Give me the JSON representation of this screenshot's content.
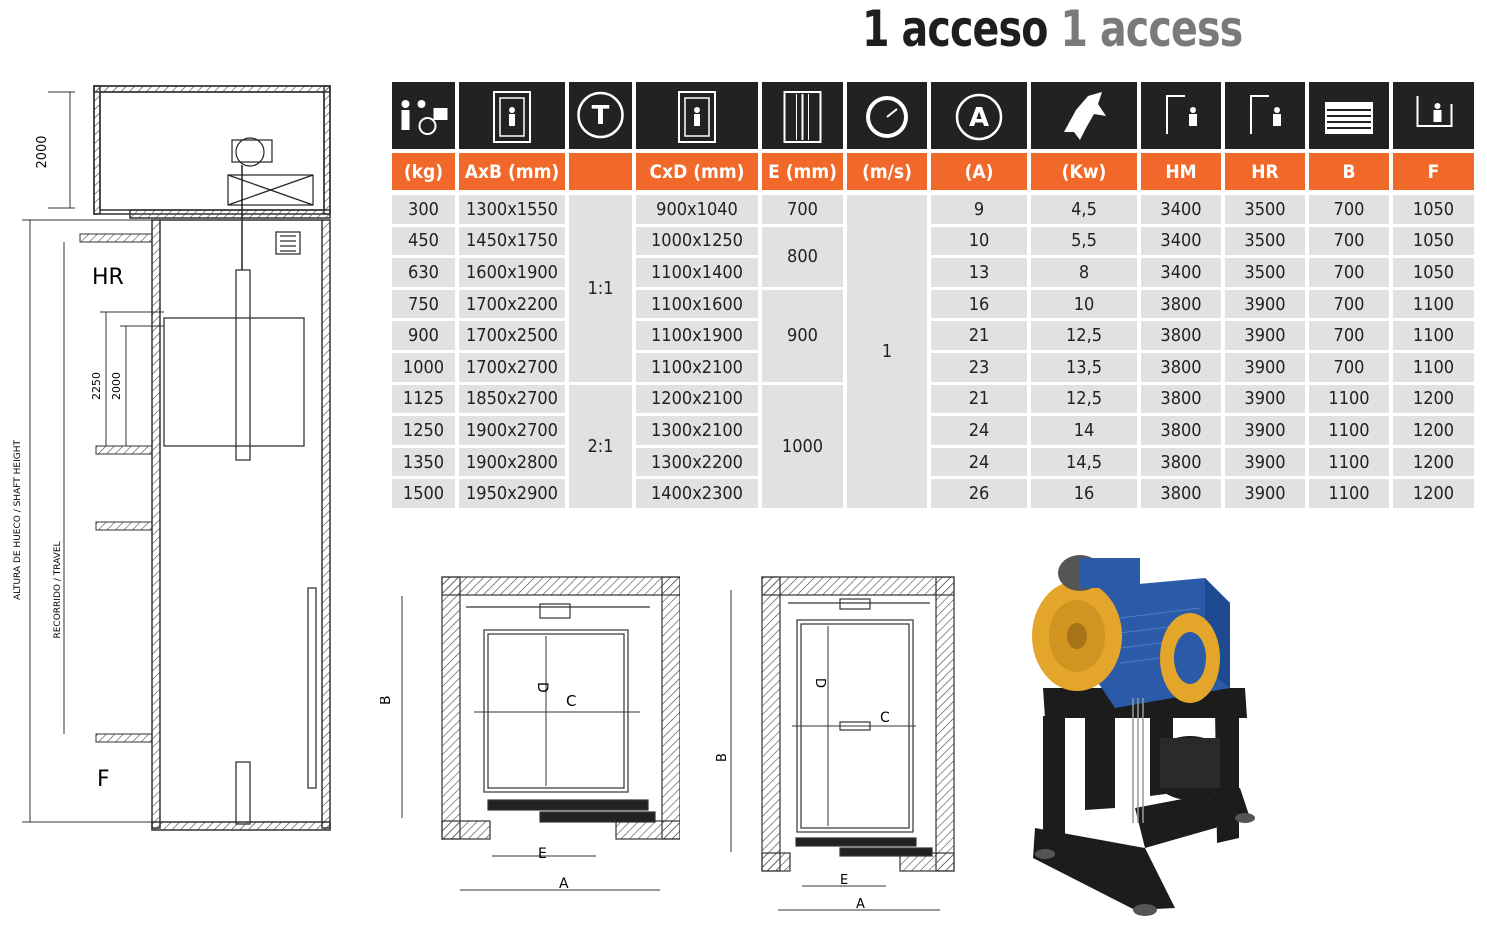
{
  "title": {
    "part1": "1 acceso",
    "part2": "1 access"
  },
  "table": {
    "units": [
      "(kg)",
      "AxB (mm)",
      "",
      "CxD (mm)",
      "E (mm)",
      "(m/s)",
      "(A)",
      "(Kw)",
      "HM",
      "HR",
      "B",
      "F"
    ],
    "header_icons": [
      "persons-wheelchair-icon",
      "cabin-ab-icon",
      "traction-t-icon",
      "cabin-cd-icon",
      "door-e-icon",
      "speedometer-icon",
      "ampere-a-icon",
      "horse-power-icon",
      "hm-height-icon",
      "hr-height-icon",
      "b-pit-icon",
      "f-height-icon"
    ],
    "t_header_label": "T",
    "a_header_label": "A",
    "rows": [
      {
        "kg": "300",
        "ab": "1300x1550",
        "cd": "900x1040",
        "a": "9",
        "kw": "4,5",
        "hm": "3400",
        "hr": "3500",
        "b": "700",
        "f": "1050"
      },
      {
        "kg": "450",
        "ab": "1450x1750",
        "cd": "1000x1250",
        "a": "10",
        "kw": "5,5",
        "hm": "3400",
        "hr": "3500",
        "b": "700",
        "f": "1050"
      },
      {
        "kg": "630",
        "ab": "1600x1900",
        "cd": "1100x1400",
        "a": "13",
        "kw": "8",
        "hm": "3400",
        "hr": "3500",
        "b": "700",
        "f": "1050"
      },
      {
        "kg": "750",
        "ab": "1700x2200",
        "cd": "1100x1600",
        "a": "16",
        "kw": "10",
        "hm": "3800",
        "hr": "3900",
        "b": "700",
        "f": "1100"
      },
      {
        "kg": "900",
        "ab": "1700x2500",
        "cd": "1100x1900",
        "a": "21",
        "kw": "12,5",
        "hm": "3800",
        "hr": "3900",
        "b": "700",
        "f": "1100"
      },
      {
        "kg": "1000",
        "ab": "1700x2700",
        "cd": "1100x2100",
        "a": "23",
        "kw": "13,5",
        "hm": "3800",
        "hr": "3900",
        "b": "700",
        "f": "1100"
      },
      {
        "kg": "1125",
        "ab": "1850x2700",
        "cd": "1200x2100",
        "a": "21",
        "kw": "12,5",
        "hm": "3800",
        "hr": "3900",
        "b": "1100",
        "f": "1200"
      },
      {
        "kg": "1250",
        "ab": "1900x2700",
        "cd": "1300x2100",
        "a": "24",
        "kw": "14",
        "hm": "3800",
        "hr": "3900",
        "b": "1100",
        "f": "1200"
      },
      {
        "kg": "1350",
        "ab": "1900x2800",
        "cd": "1300x2200",
        "a": "24",
        "kw": "14,5",
        "hm": "3800",
        "hr": "3900",
        "b": "1100",
        "f": "1200"
      },
      {
        "kg": "1500",
        "ab": "1950x2900",
        "cd": "1400x2300",
        "a": "26",
        "kw": "16",
        "hm": "3800",
        "hr": "3900",
        "b": "1100",
        "f": "1200"
      }
    ],
    "traction_groups": [
      {
        "label": "1:1",
        "rows": [
          0,
          5
        ]
      },
      {
        "label": "2:1",
        "rows": [
          6,
          9
        ]
      }
    ],
    "door_groups": [
      {
        "label": "700",
        "rows": [
          0,
          0
        ]
      },
      {
        "label": "800",
        "rows": [
          1,
          2
        ]
      },
      {
        "label": "900",
        "rows": [
          3,
          5
        ]
      },
      {
        "label": "1000",
        "rows": [
          6,
          9
        ]
      }
    ],
    "speed_group": {
      "label": "1",
      "rows": [
        0,
        9
      ]
    }
  },
  "shaft": {
    "hr_label": "HR",
    "f_label": "F",
    "top_dim": "2000",
    "door_dim_outer": "2250",
    "door_dim_inner": "2000",
    "shaft_height_label": "ALTURA DE HUECO / SHAFT HEIGHT",
    "travel_label": "RECORRIDO / TRAVEL"
  },
  "plan_left": {
    "b": "B",
    "d": "D",
    "c": "C",
    "e": "E",
    "a": "A"
  },
  "plan_right": {
    "b": "B",
    "d": "D",
    "c": "C",
    "e": "E",
    "a": "A"
  },
  "colors": {
    "header": "#222222",
    "unit_row": "#f0692a",
    "cell": "#e1e1e1",
    "motor_blue": "#2a5aa8",
    "motor_yellow": "#e3a62a"
  }
}
